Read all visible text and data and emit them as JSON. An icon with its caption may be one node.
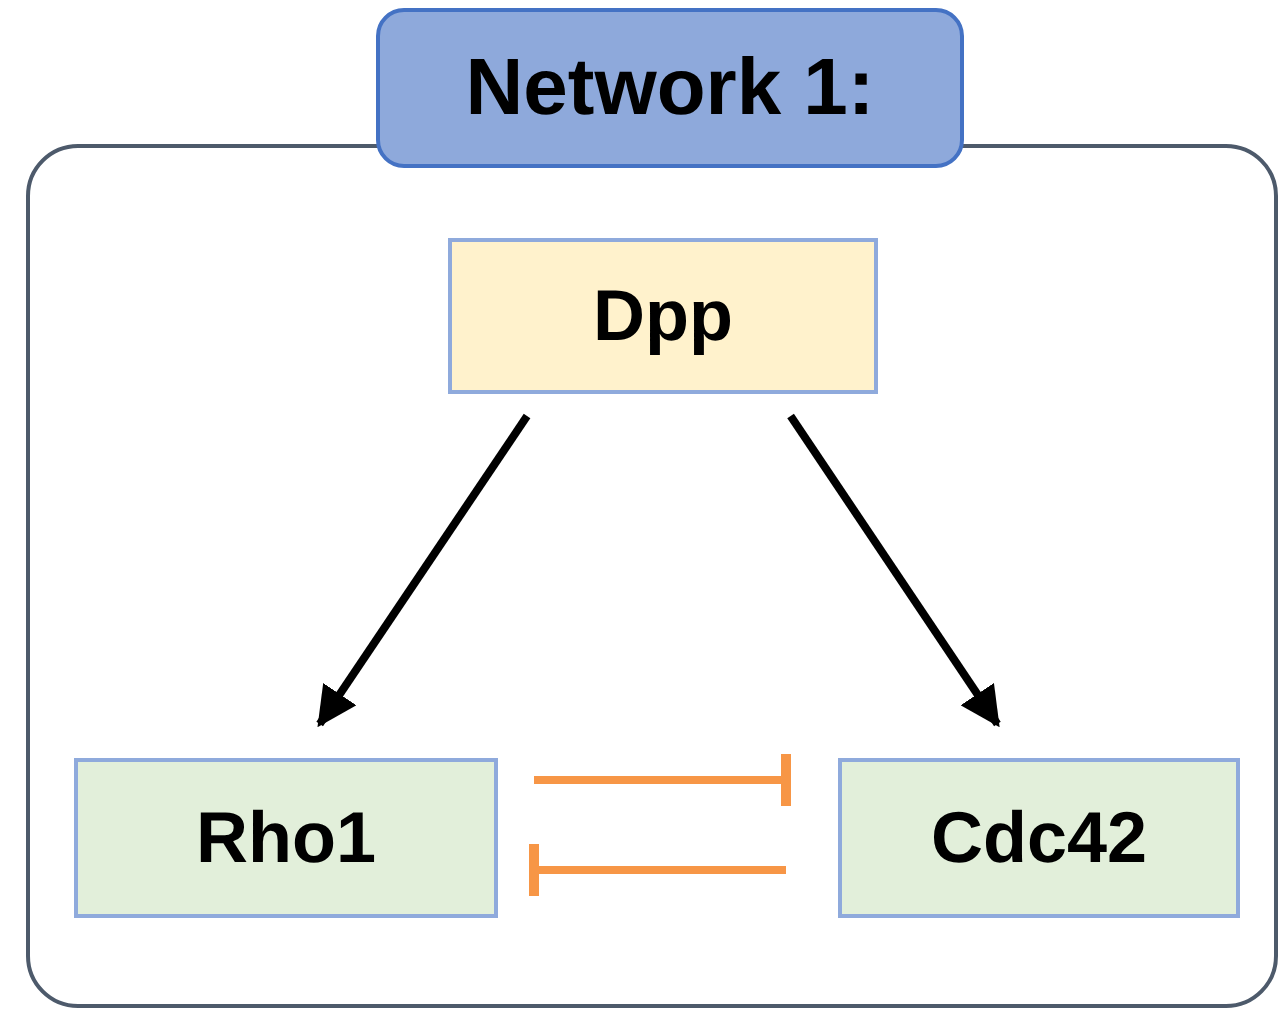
{
  "diagram": {
    "nodes": [
      {
        "text": [
          "Network 1:"
        ]
      },
      {
        "text": [
          "Dpp"
        ],
        "in": 0
      },
      {
        "text": [
          "Rho1"
        ],
        "in": 0
      },
      {
        "text": [
          "Cdc42"
        ],
        "in": 0
      }
    ],
    "edges": [
      {
        "from": 1,
        "to": 2,
        "arrow": "to",
        "color": "#000000"
      },
      {
        "from": 1,
        "to": 3,
        "arrow": "to",
        "color": "#000000"
      },
      {
        "from": 2,
        "to": 3,
        "arrow": "other",
        "color": "#f79646"
      },
      {
        "from": 3,
        "to": 2,
        "arrow": "other",
        "color": "#f79646"
      }
    ]
  }
}
